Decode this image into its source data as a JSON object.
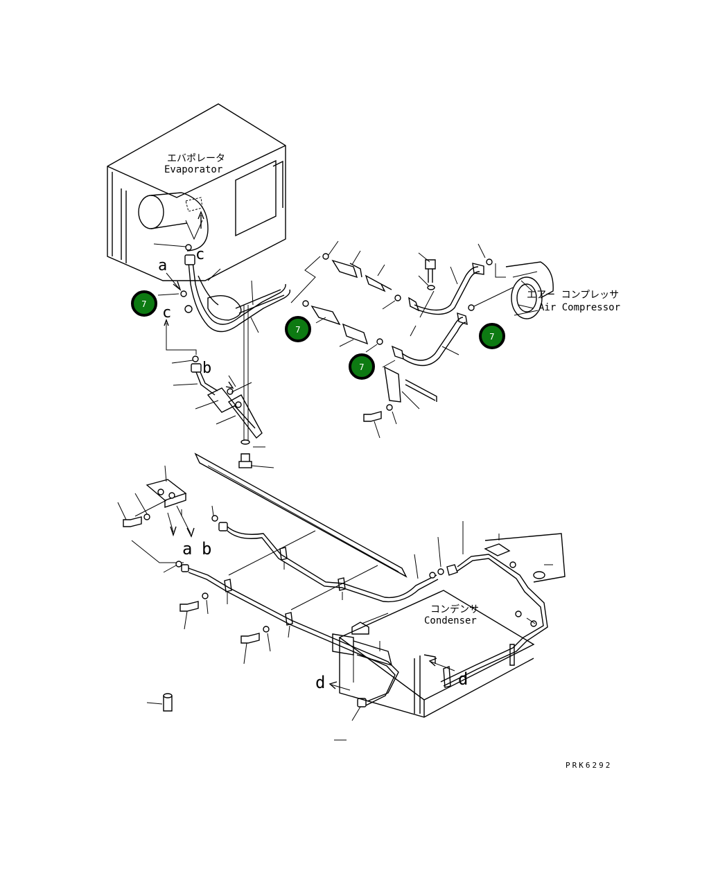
{
  "labels": {
    "evaporator_jp": "エバポレータ",
    "evaporator_en": "Evaporator",
    "compressor_jp": "エアー コンプレッサ",
    "compressor_en": "Air Compressor",
    "condenser_jp": "コンデンサ",
    "condenser_en": "Condenser",
    "drawing_code": "PRK6292"
  },
  "view_refs": {
    "a": "a",
    "b": "b",
    "c": "c",
    "d": "d"
  },
  "markers": [
    {
      "label": "7"
    },
    {
      "label": "7"
    },
    {
      "label": "7"
    },
    {
      "label": "7"
    }
  ],
  "colors": {
    "marker_fill": "#0d7a12",
    "marker_stroke": "#000000",
    "line": "#000000"
  }
}
